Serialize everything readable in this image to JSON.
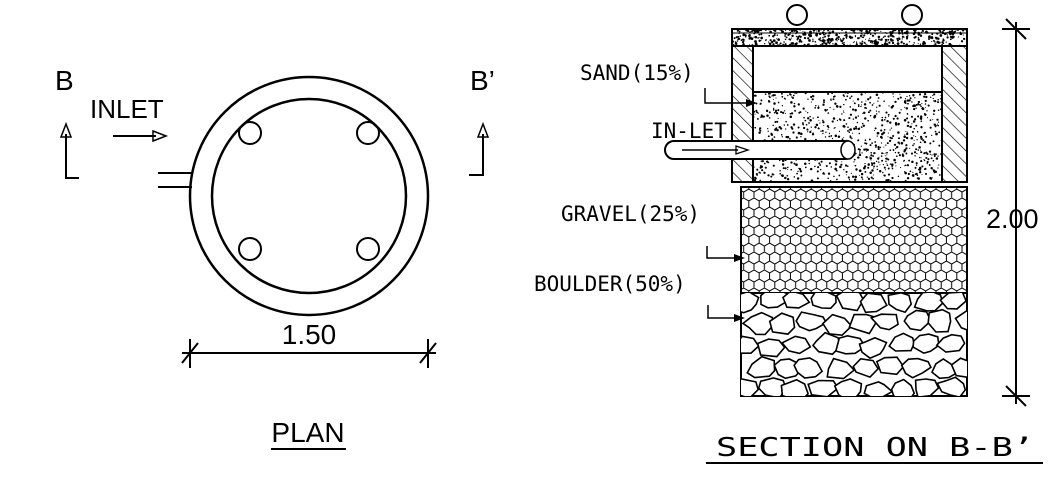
{
  "plan": {
    "label_b": "B",
    "label_b_prime": "B’",
    "inlet_label": "INLET",
    "dimension": "1.50",
    "title": "PLAN"
  },
  "section": {
    "sand_label": "SAND(15%)",
    "inlet_label": "IN-LET",
    "gravel_label": "GRAVEL(25%)",
    "boulder_label": "BOULDER(50%)",
    "height_dimension": "2.00",
    "title": "SECTION ON B-B’"
  },
  "colors": {
    "line": "#000000",
    "background": "#ffffff"
  }
}
